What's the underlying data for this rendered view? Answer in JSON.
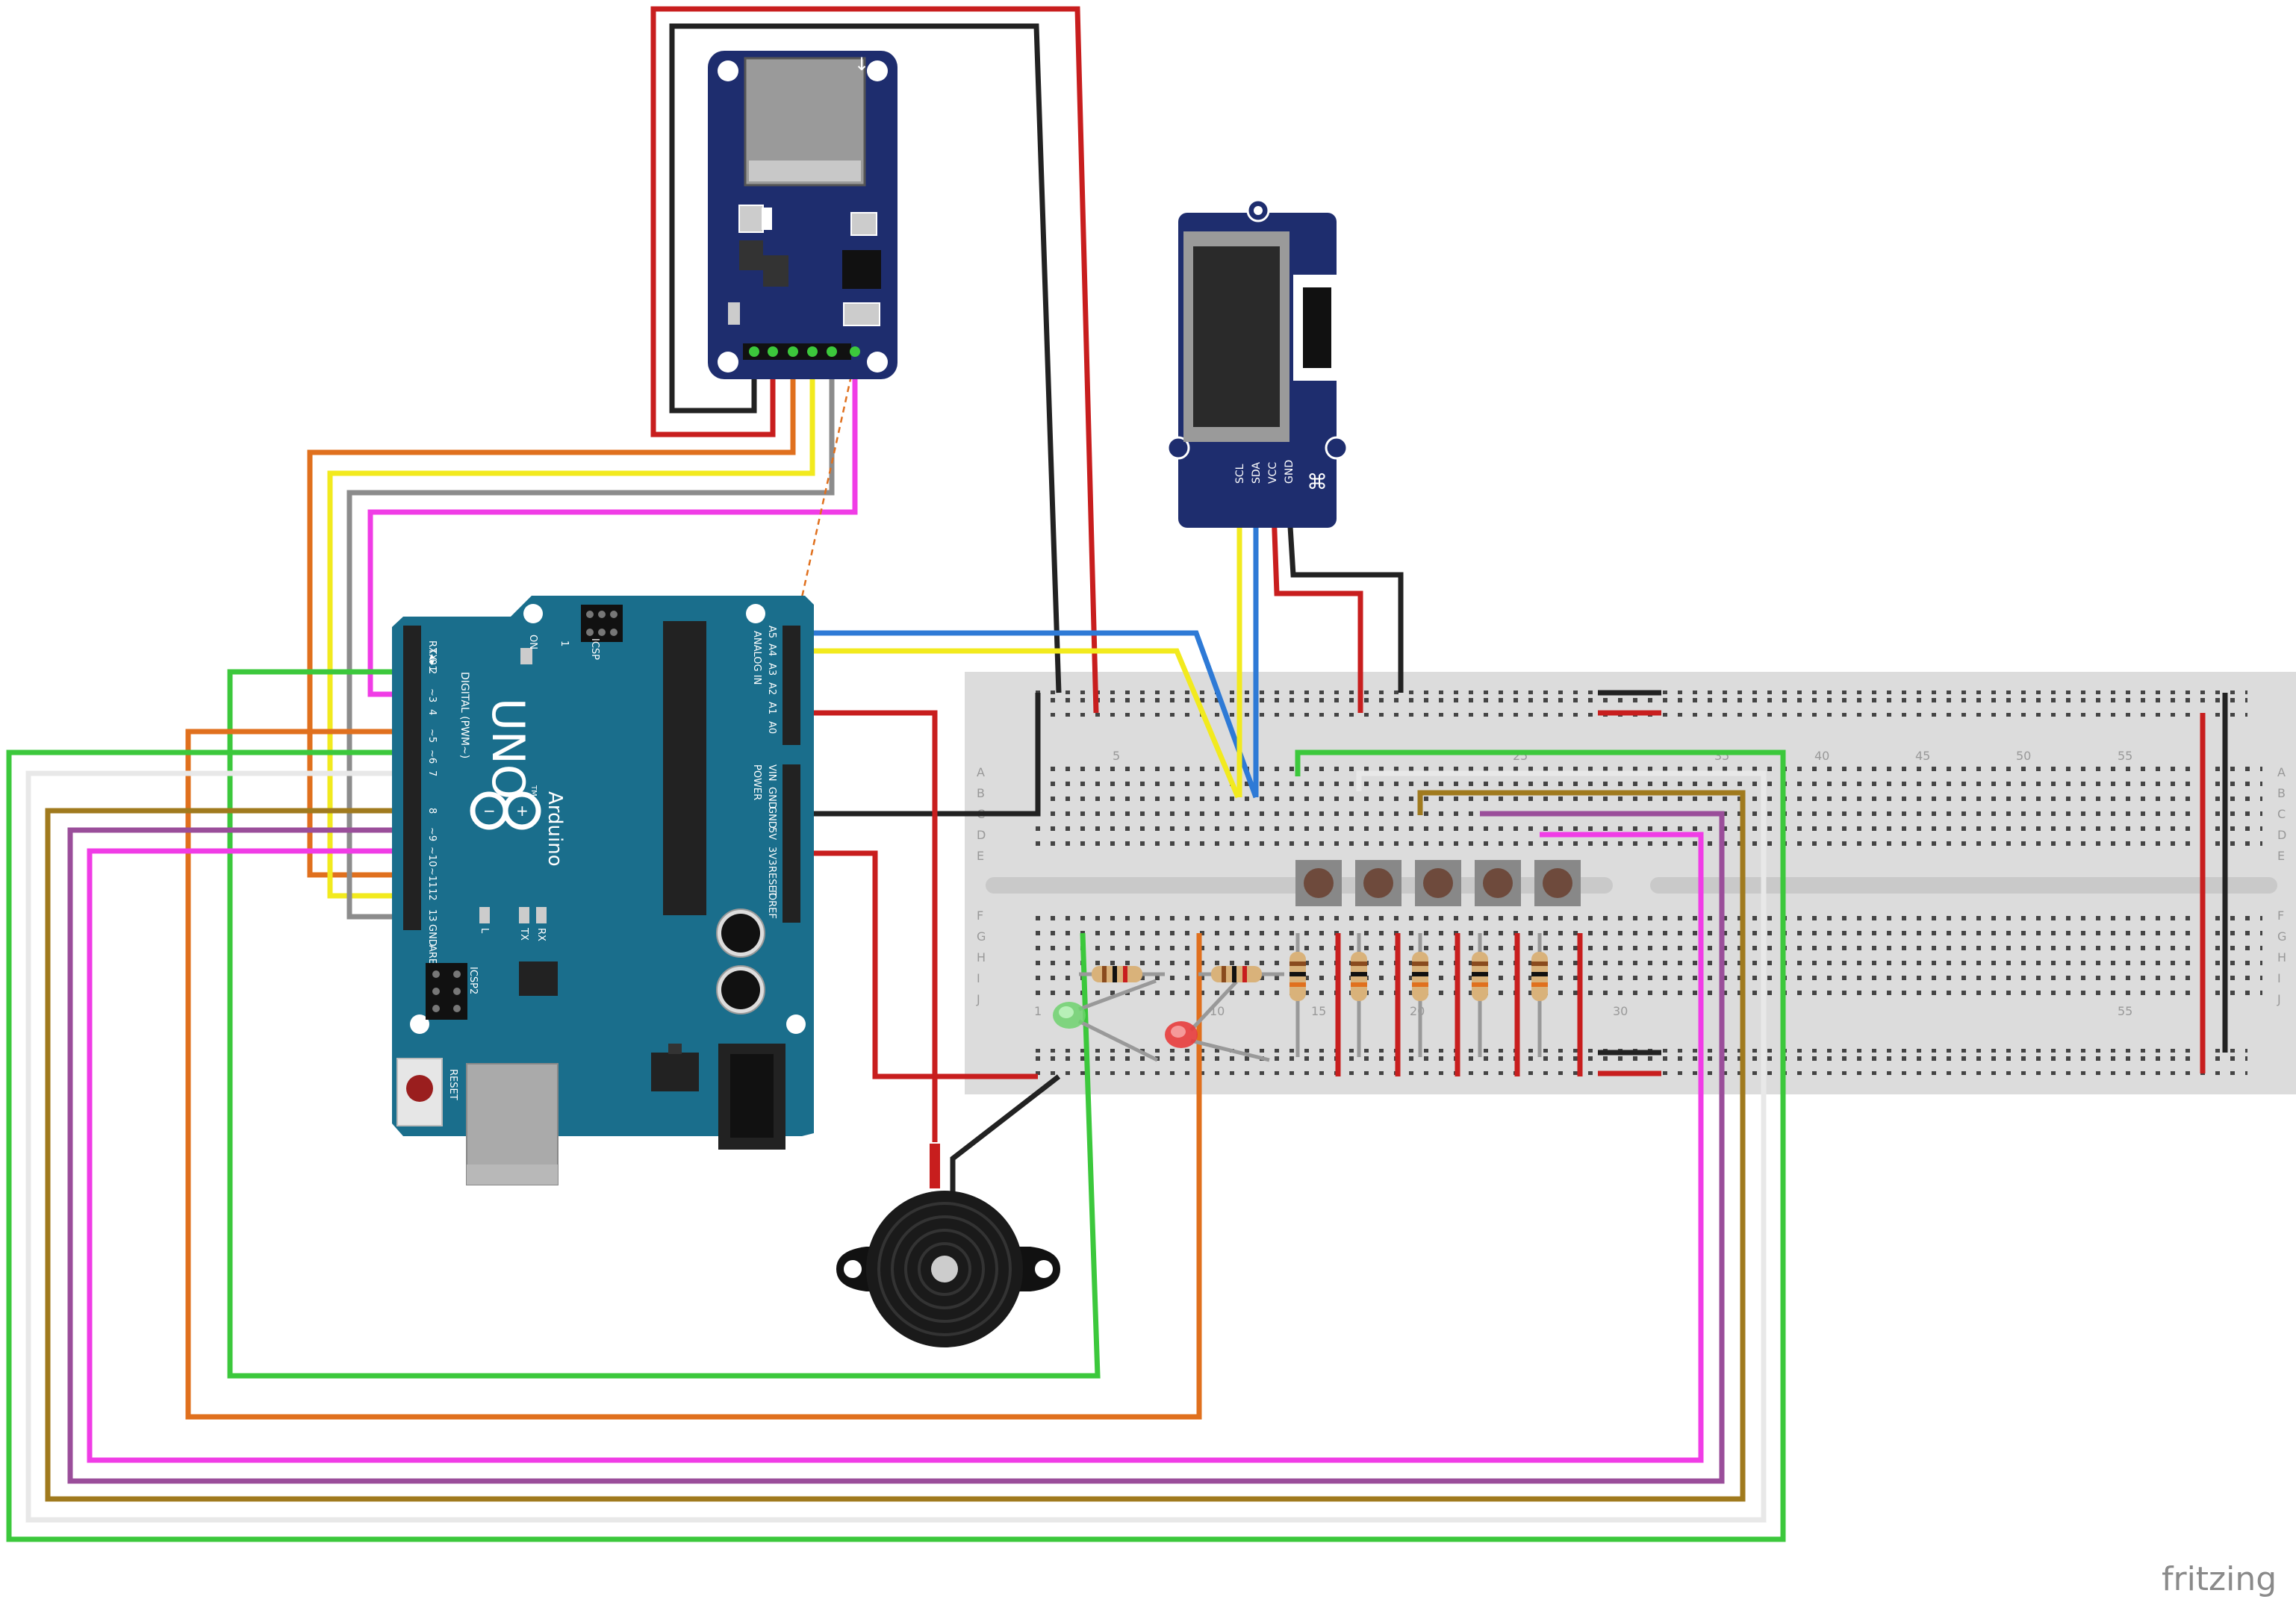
{
  "arduino": {
    "brand": "Arduino",
    "model": "UNO",
    "trademark": "TM",
    "on_label": "ON",
    "icsp_label": "ICSP",
    "icsp2_label": "ICSP2",
    "icsp_pin1": "1",
    "digital_label": "DIGITAL (PWM~)",
    "analog_label": "ANALOG IN",
    "power_label": "POWER",
    "aref_label": "AREF",
    "gnd_label": "GND",
    "l_label": "L",
    "tx_label": "TX",
    "rx_label": "RX",
    "reset_label": "RESET",
    "digital_pins": [
      "RX◂0",
      "TX▸1",
      "2",
      "~3",
      "4",
      "~5",
      "~6",
      "7",
      "8",
      "~9",
      "~10",
      "~11",
      "12",
      "13"
    ],
    "analog_pins": [
      "A5",
      "A4",
      "A3",
      "A2",
      "A1",
      "A0"
    ],
    "power_pins": [
      "VIN",
      "GND",
      "GND",
      "5V",
      "3V3",
      "RESET",
      "IOREF"
    ]
  },
  "oled": {
    "pins": [
      "SCL",
      "SDA",
      "VCC",
      "GND"
    ]
  },
  "breadboard": {
    "rows_top": [
      "A",
      "B",
      "C",
      "D",
      "E"
    ],
    "rows_bottom": [
      "F",
      "G",
      "H",
      "I",
      "J"
    ],
    "column_numbers": [
      "1",
      "5",
      "10",
      "15",
      "20",
      "25",
      "30",
      "35",
      "40",
      "45",
      "50",
      "55"
    ]
  },
  "watermark": "fritzing",
  "colors": {
    "red": "#c81e1e",
    "black": "#222222",
    "orange": "#e0701e",
    "yellow": "#f2ea1e",
    "grey": "#8c8c8c",
    "magenta": "#f03ce6",
    "green": "#3cc83c",
    "white": "#e8e8e8",
    "brown": "#a07a1e",
    "purple": "#9a4e9a",
    "blue": "#2e7ad6",
    "board_teal": "#1a6e8c",
    "module_navy": "#1e2d6e"
  }
}
